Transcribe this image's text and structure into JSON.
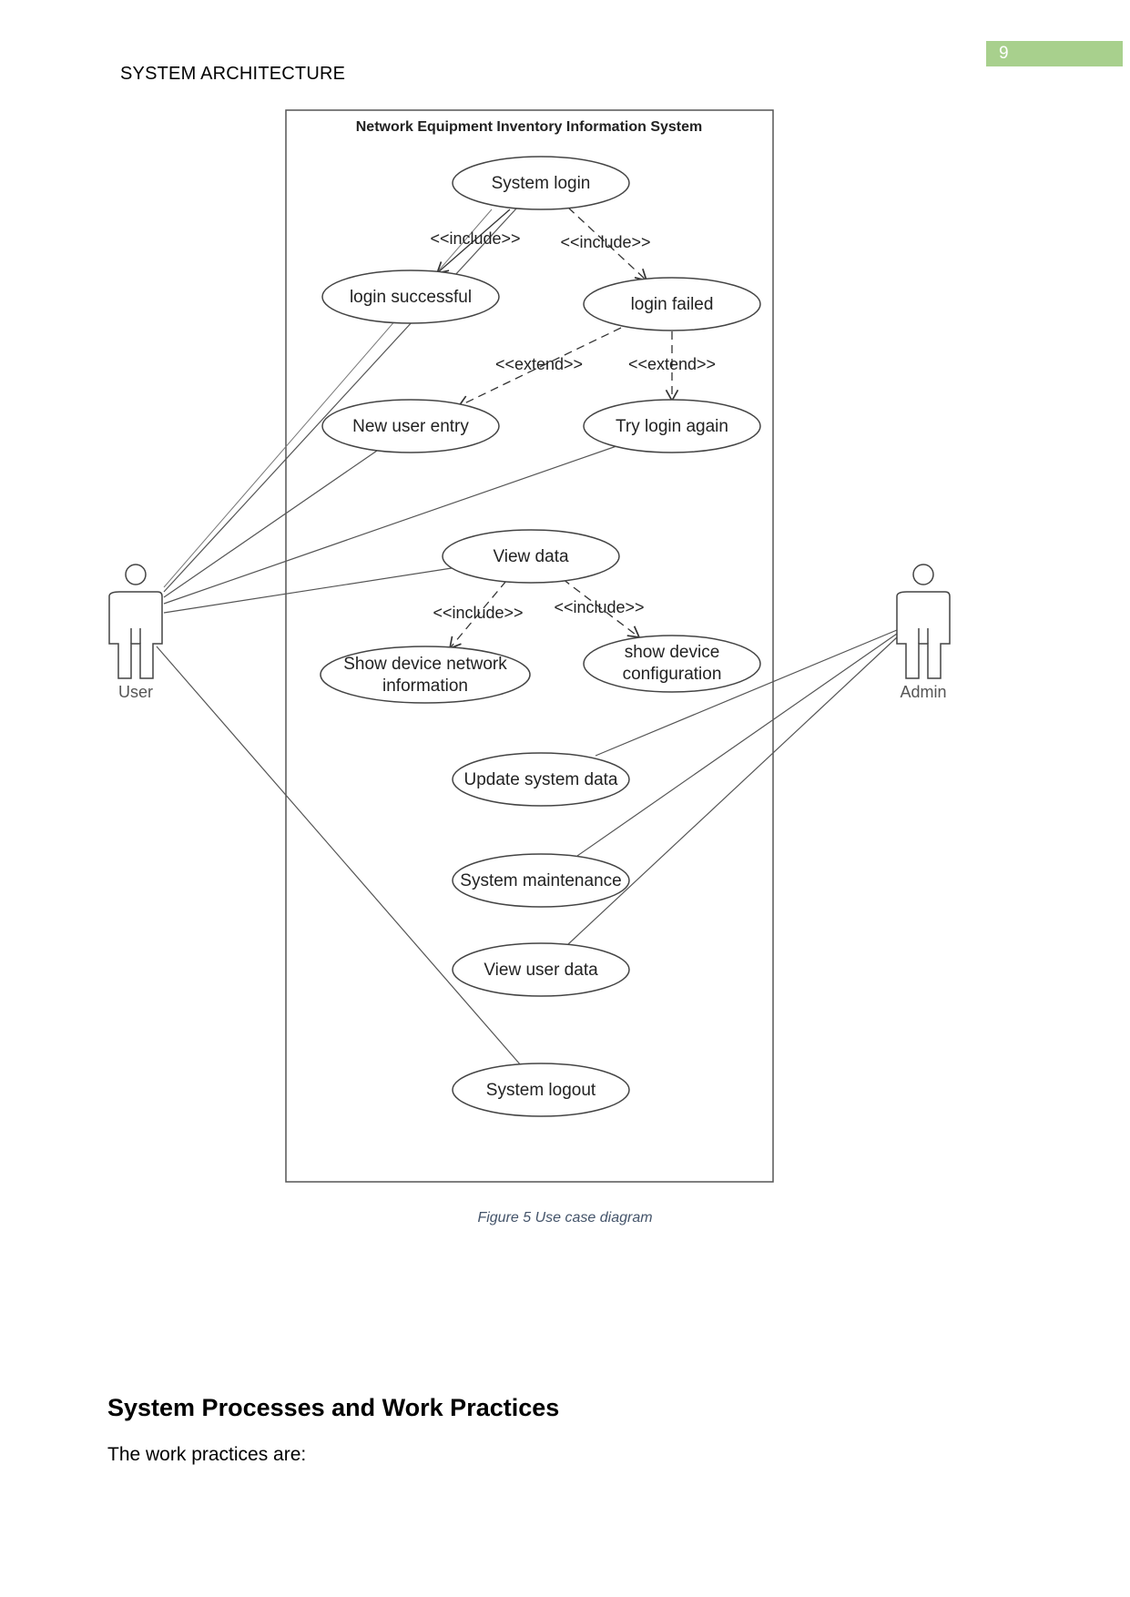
{
  "page_number": "9",
  "header": "SYSTEM ARCHITECTURE",
  "diagram": {
    "system_title": "Network Equipment Inventory Information System",
    "actors": {
      "user": "User",
      "admin": "Admin"
    },
    "use_cases": {
      "system_login": "System login",
      "login_successful": "login successful",
      "login_failed": "login failed",
      "new_user_entry": "New user entry",
      "try_login_again": "Try login again",
      "view_data": "View data",
      "show_device_network_1": "Show device network",
      "show_device_network_2": "information",
      "show_device_config_1": "show device",
      "show_device_config_2": "configuration",
      "update_system_data": "Update system data",
      "system_maintenance": "System maintenance",
      "view_user_data": "View user data",
      "system_logout": "System logout"
    },
    "relations": {
      "include_1": "<<include>>",
      "include_2": "<<include>>",
      "extend_1": "<<extend>>",
      "extend_2": "<<extend>>",
      "include_3": "<<include>>",
      "include_4": "<<include>>"
    }
  },
  "caption": "Figure 5 Use case diagram",
  "section_title": "System Processes and Work Practices",
  "body_text": "The work practices are:"
}
